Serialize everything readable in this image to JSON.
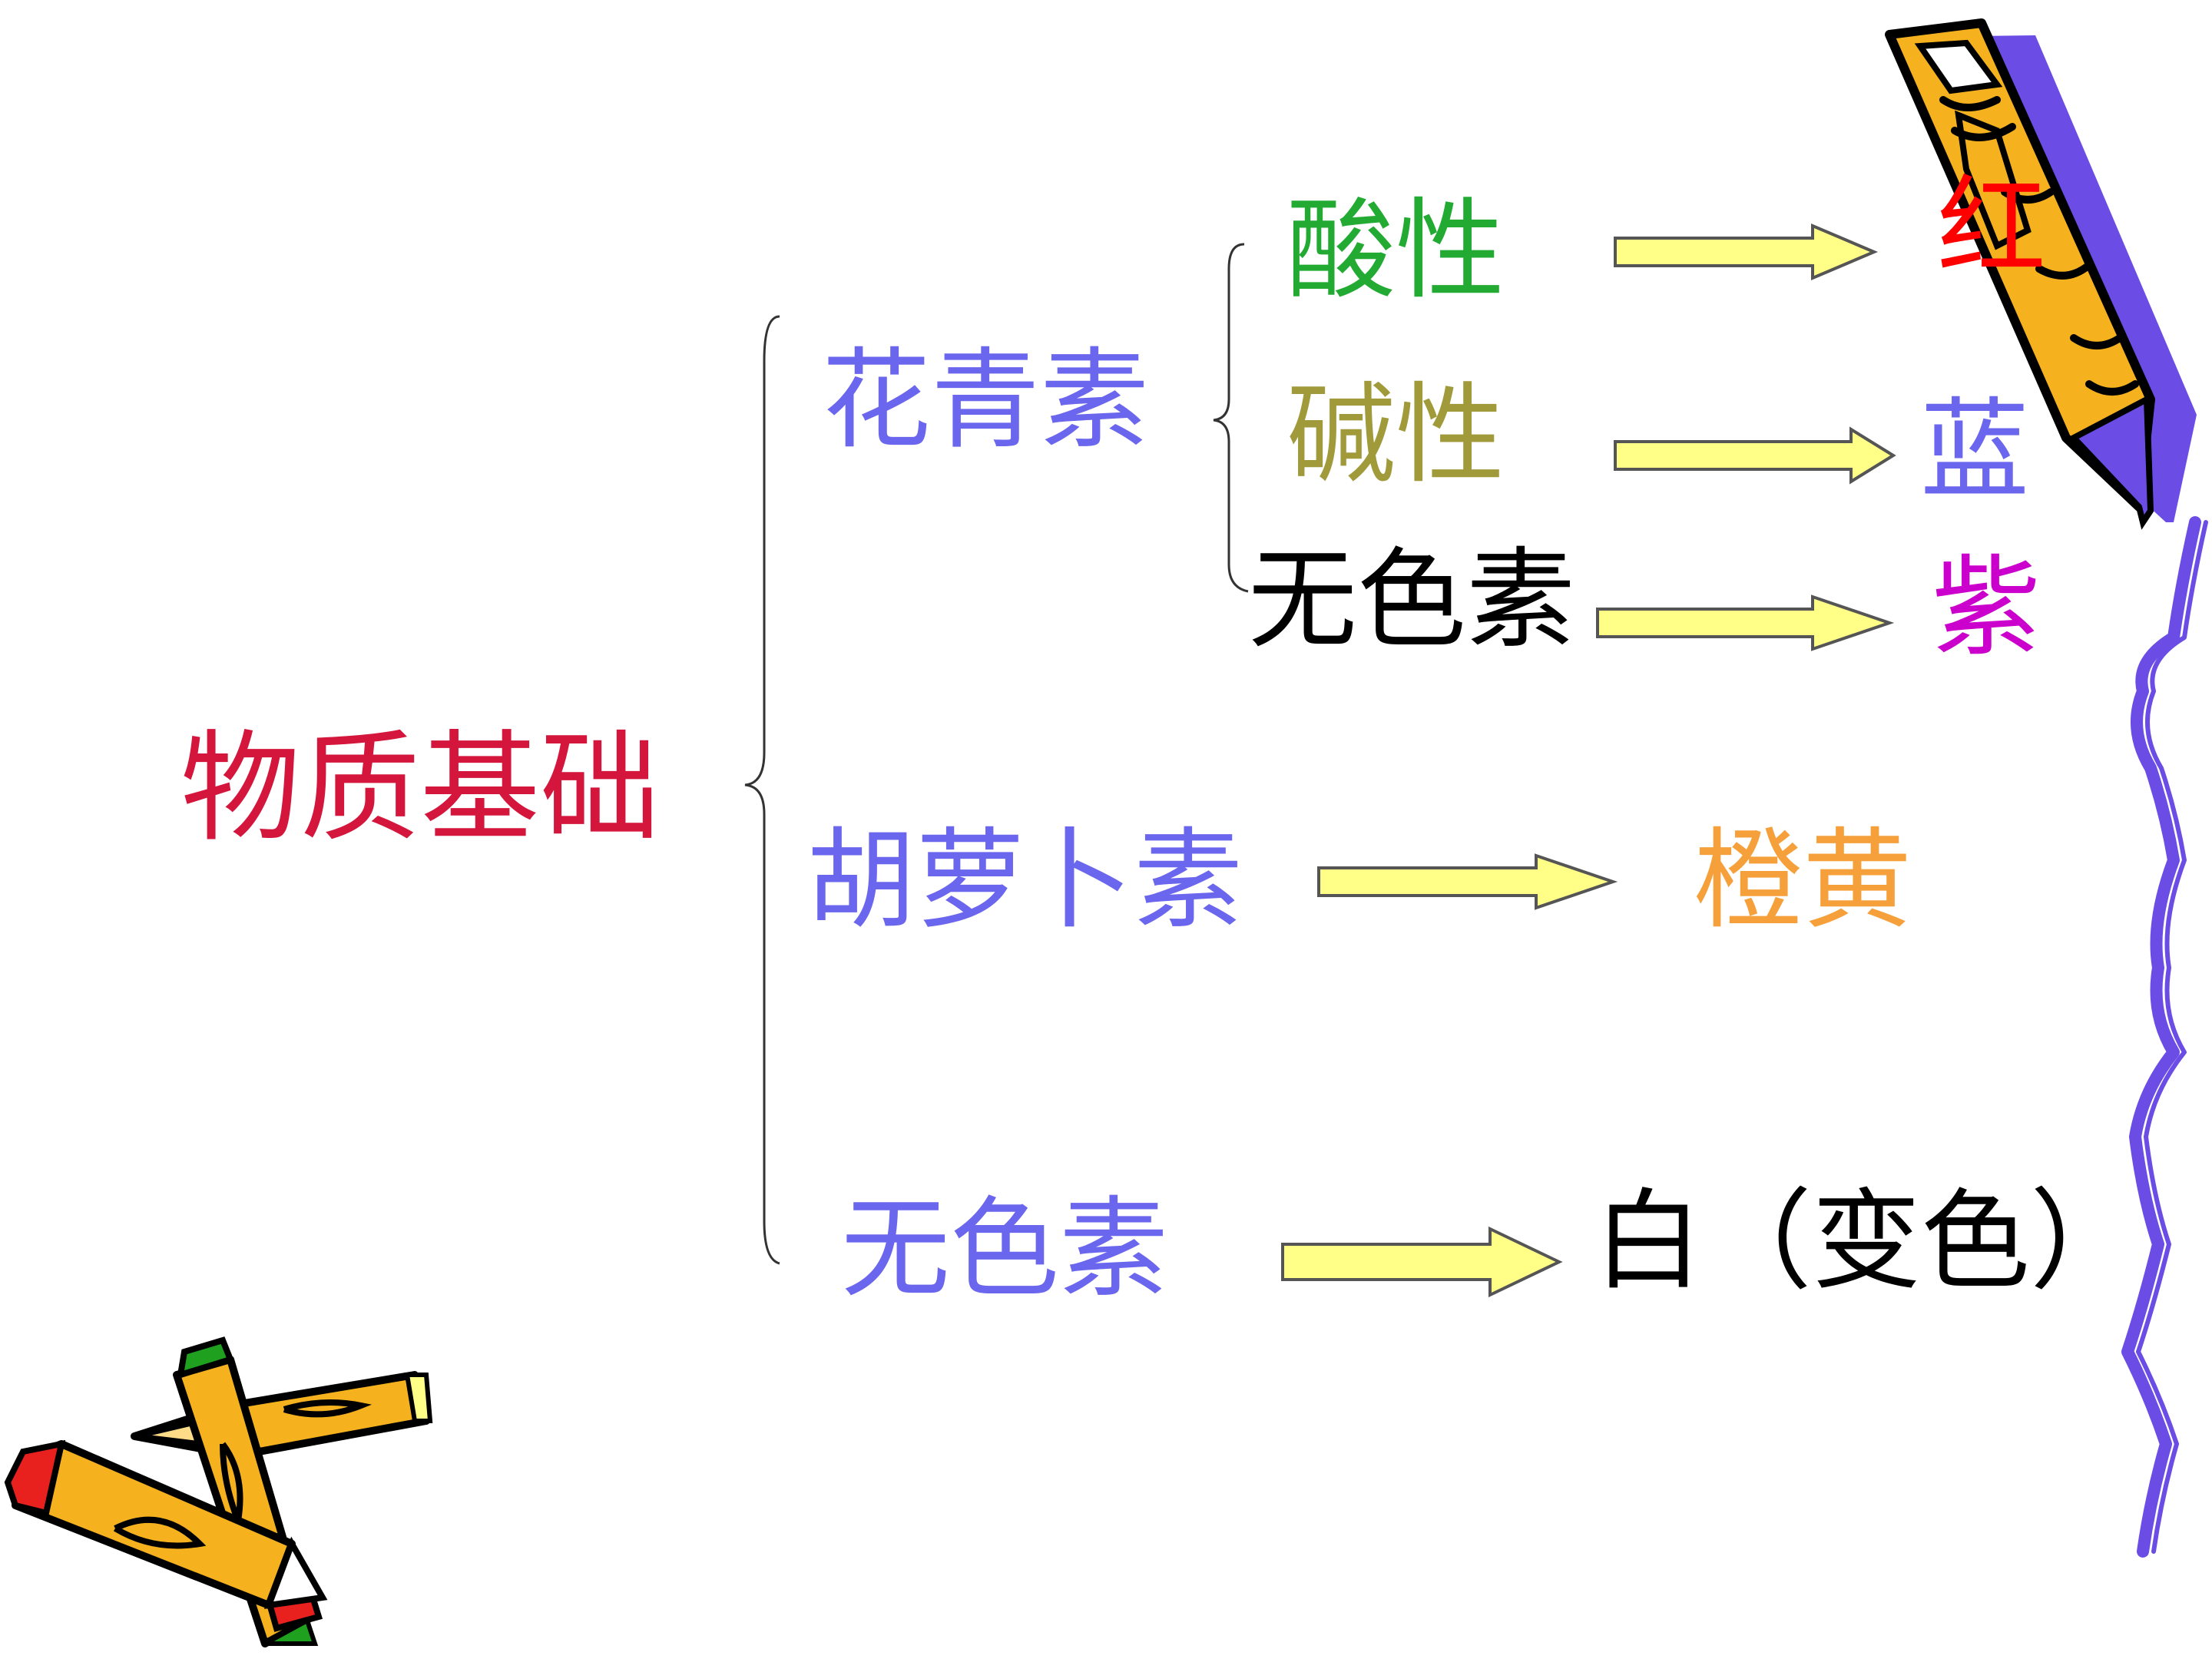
{
  "diagram": {
    "root": {
      "label": "物质基础",
      "color": "#d4163c"
    },
    "branches": [
      {
        "label": "花青素",
        "color": "#6b66ee",
        "conditions": [
          {
            "label": "酸性",
            "color": "#22aa33",
            "result": "红",
            "result_color": "#ff0000"
          },
          {
            "label": "碱性",
            "color": "#a09a3a",
            "result": "蓝",
            "result_color": "#6b66ee"
          },
          {
            "label": "无色素",
            "color": "#000000",
            "result": "紫",
            "result_color": "#cc00cc"
          }
        ]
      },
      {
        "label": "胡萝卜素",
        "color": "#6b66ee",
        "result": "橙黄",
        "result_color": "#f5a03a"
      },
      {
        "label": "无色素",
        "color": "#6b66ee",
        "result": "白（变色）",
        "result_color": "#000000"
      }
    ],
    "arrow_fill": "#ffff88",
    "arrow_stroke": "#555555",
    "brace_color": "#333333"
  },
  "decorations": {
    "pencil_body": "#f5b21e",
    "pencil_shadow": "#6b4de6",
    "squiggle_color": "#6b4de6",
    "tip_red": "#e8201e",
    "tip_green": "#1fa01f",
    "icons": [
      "pencil-icon",
      "crossed-pencils-icon",
      "squiggle-border"
    ]
  }
}
